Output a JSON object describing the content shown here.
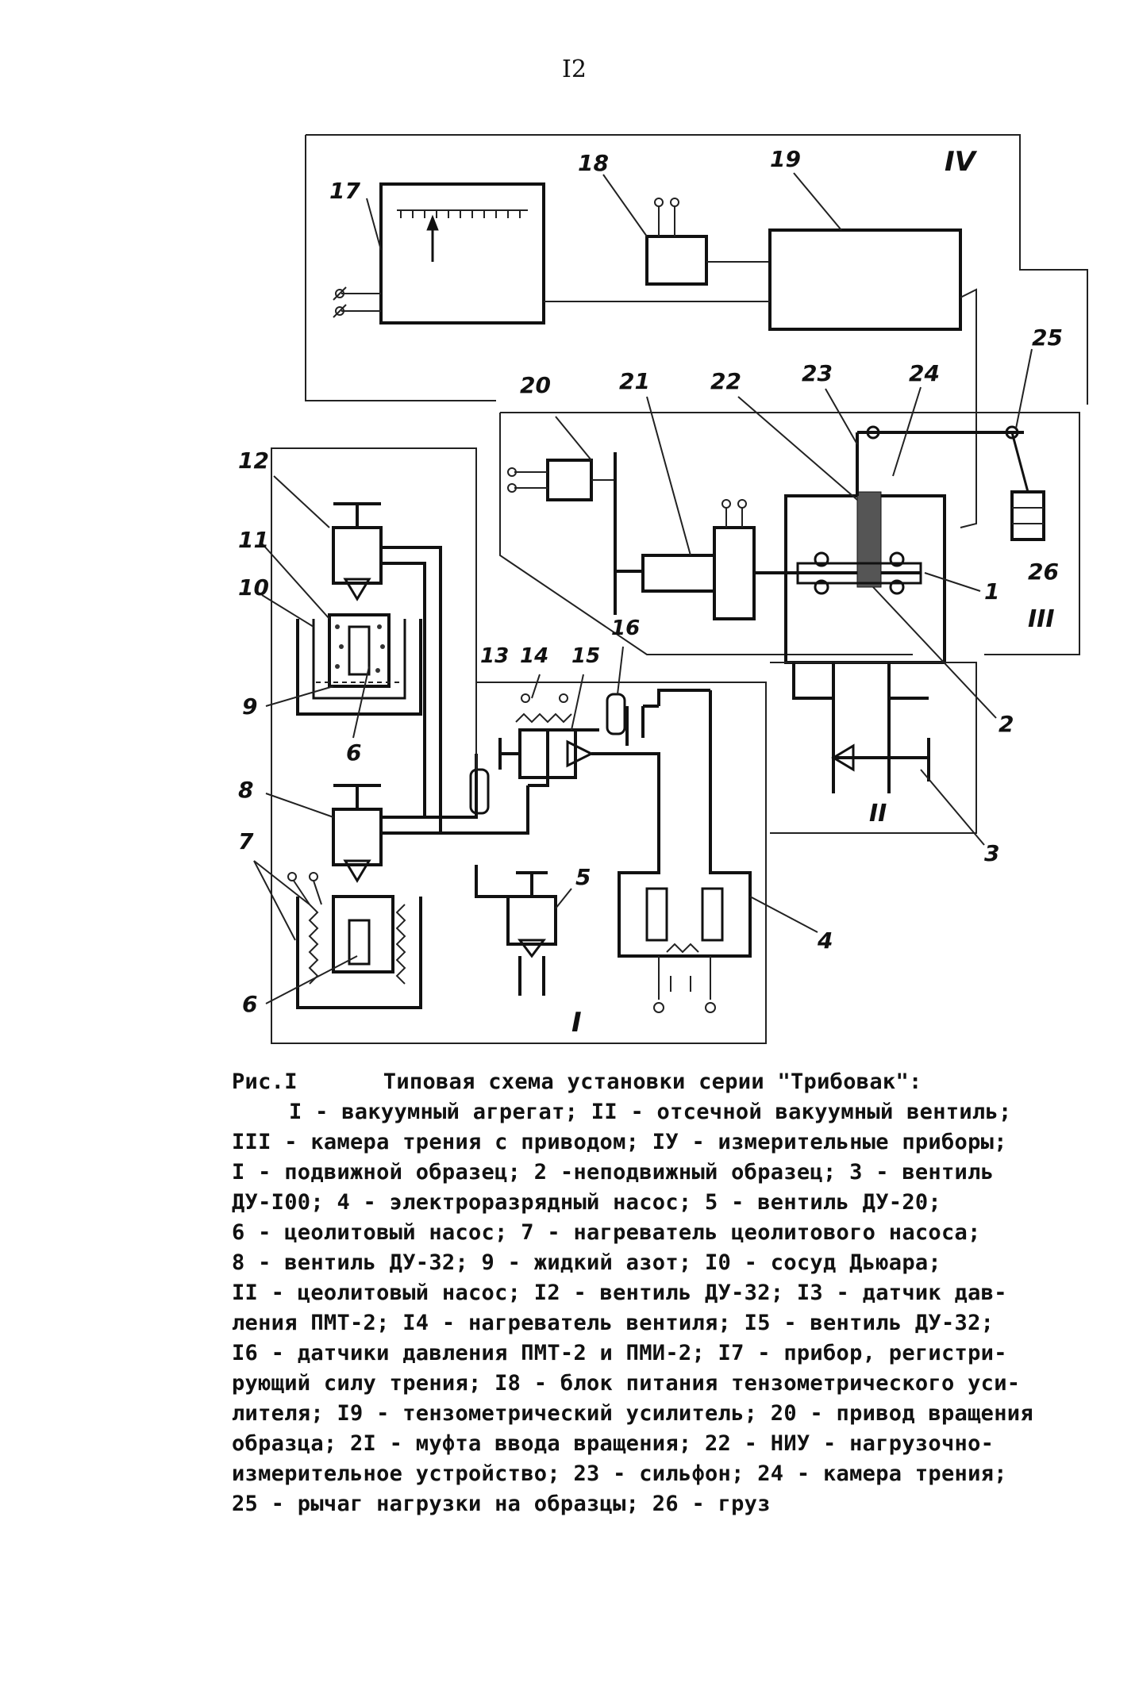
{
  "page_number": "I2",
  "diagram": {
    "roman_labels": [
      "I",
      "II",
      "III",
      "IV"
    ],
    "part_labels": [
      "1",
      "2",
      "3",
      "4",
      "5",
      "6",
      "6",
      "7",
      "8",
      "9",
      "10",
      "11",
      "12",
      "13",
      "14",
      "15",
      "16",
      "17",
      "18",
      "19",
      "20",
      "21",
      "22",
      "23",
      "24",
      "25",
      "26"
    ]
  },
  "caption": {
    "fig_label": "Рис.I",
    "title": "Типовая схема установки серии \"Трибовак\":",
    "lines": [
      "I - вакуумный агрегат; II - отсечной вакуумный вентиль;",
      "III - камера трения с приводом; IУ - измерительные приборы;",
      "I - подвижной образец; 2 -неподвижный образец; 3 - вентиль",
      "ДУ-I00; 4 - электроразрядный насос; 5 - вентиль ДУ-20;",
      "6 - цеолитовый насос; 7 - нагреватель цеолитового насоса;",
      "8 - вентиль ДУ-32; 9 - жидкий азот; I0 - сосуд Дьюара;",
      "II - цеолитовый насос; I2 - вентиль ДУ-32; I3 - датчик дав-",
      "ления ПМТ-2; I4 - нагреватель вентиля; I5 - вентиль ДУ-32;",
      "I6 - датчики давления ПМТ-2 и ПМИ-2; I7 - прибор, регистри-",
      "рующий силу трения; I8 - блок питания тензометрического уси-",
      "лителя; I9 - тензометрический усилитель; 20 - привод вращения",
      "образца; 2I - муфта ввода вращения; 22 - НИУ - нагрузочно-",
      "измерительное устройство; 23 - сильфон; 24 - камера трения;",
      "25 - рычаг нагрузки на образцы; 26 - груз"
    ]
  }
}
